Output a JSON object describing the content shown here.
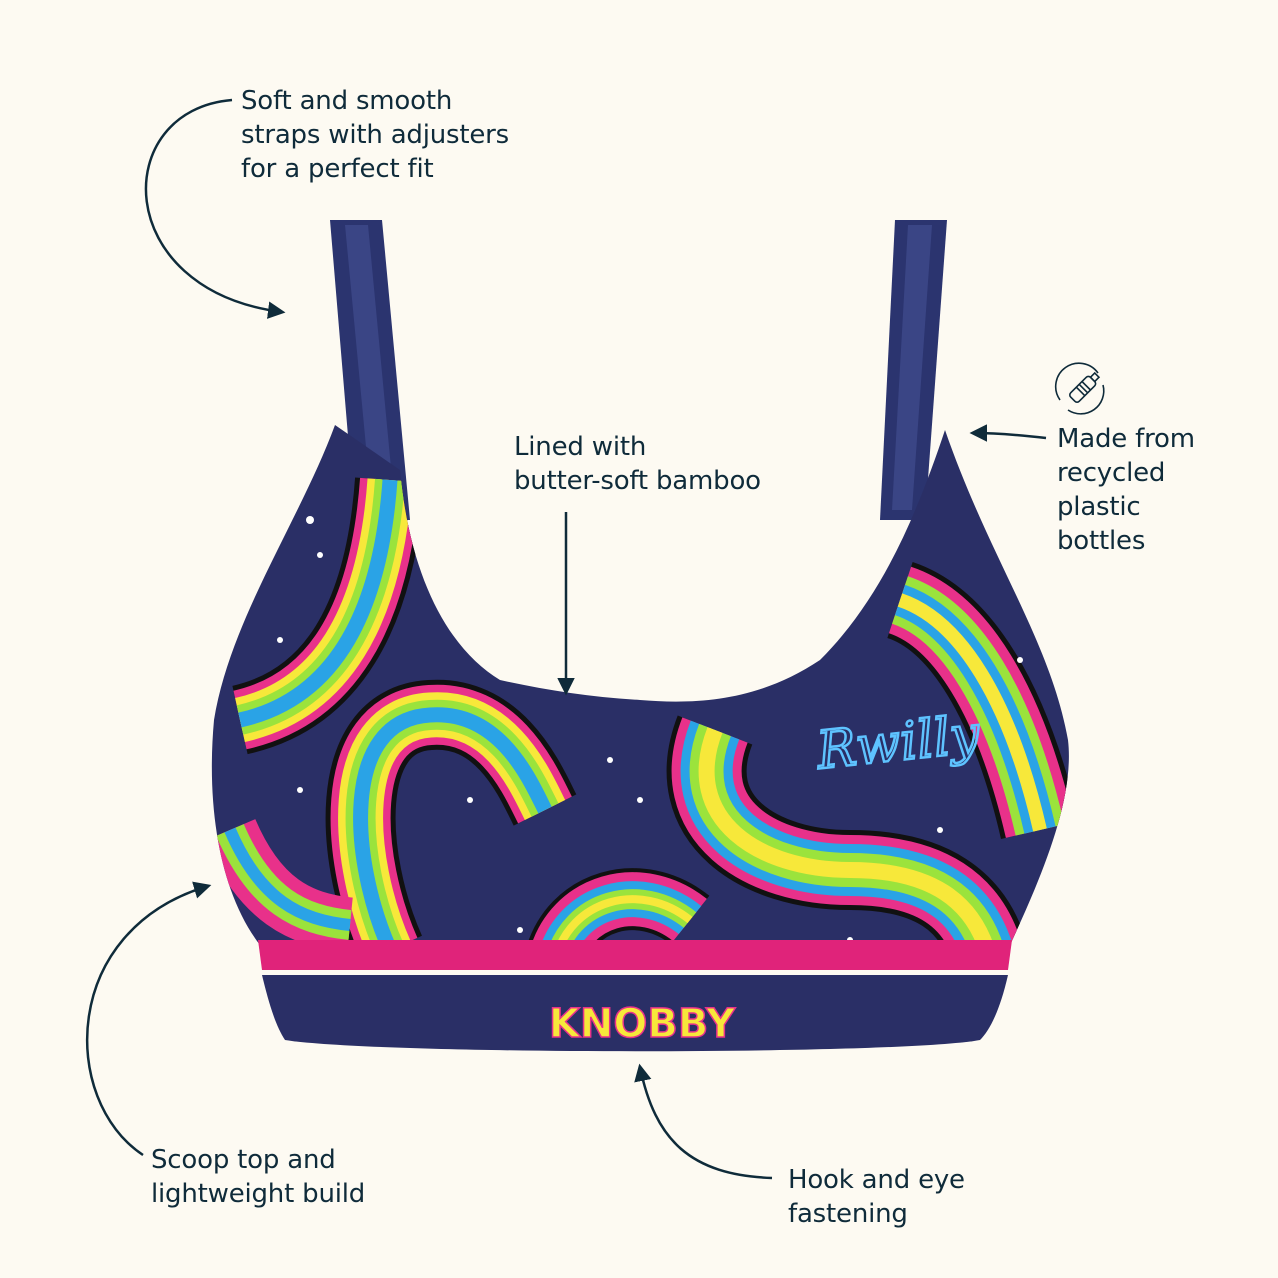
{
  "callouts": {
    "straps": [
      "Soft and smooth",
      "straps with adjusters",
      "for a perfect fit"
    ],
    "lining": [
      "Lined with",
      "butter-soft bamboo"
    ],
    "recycled": [
      "Made from",
      "recycled",
      "plastic",
      "bottles"
    ],
    "scoop": [
      "Scoop top and",
      "lightweight build"
    ],
    "fastening": [
      "Hook and eye",
      "fastening"
    ]
  },
  "product": {
    "brand_logo": "KNOBBY",
    "print_signature": "Rwilly"
  },
  "icons": {
    "recycled": "recycled-bottle-icon"
  },
  "colors": {
    "background": "#fdfaf2",
    "text": "#0f2b3a",
    "fabric_navy": "#2a2f66",
    "band_pink": "#e0237a",
    "rainbow": [
      "#e8318a",
      "#f7e83a",
      "#9be33c",
      "#2aa3e6",
      "#f7e83a"
    ]
  }
}
